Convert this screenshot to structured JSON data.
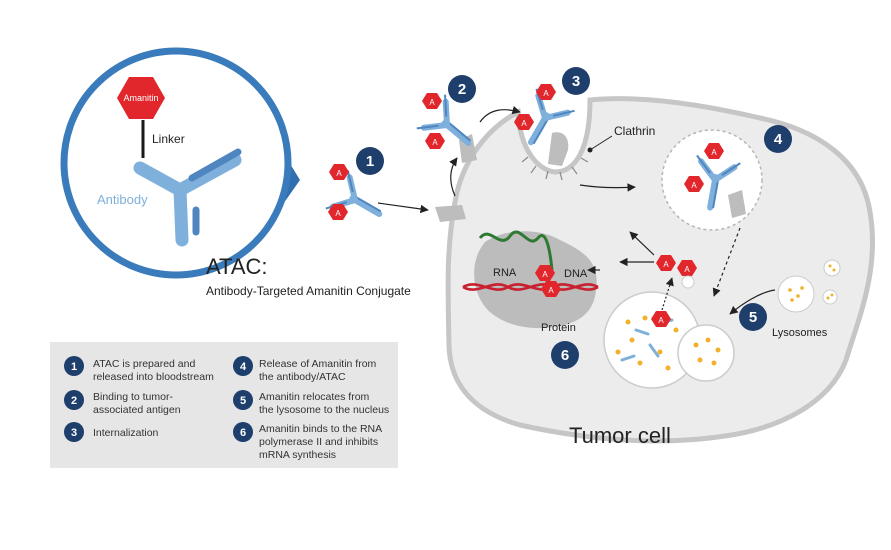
{
  "colors": {
    "navy": "#1e3e6c",
    "cell_fill": "#ececec",
    "cell_stroke": "#c6c6c6",
    "antibody": "#7eb0db",
    "antibody_dark": "#4f86bf",
    "toxin": "#e1262c",
    "rna": "#2f7a33",
    "dna": "#c8202f",
    "nucleus": "#bcbcbc",
    "lysosome_dot": "#f2b12a",
    "zoom_ring": "#3a7bbb",
    "legend_bg": "#e6e6e6"
  },
  "zoom": {
    "toxin_label": "Amanitin",
    "linker_label": "Linker",
    "antibody_label": "Antibody"
  },
  "title": {
    "acronym": "ATAC:",
    "full_name": "Antibody-Targeted Amanitin Conjugate"
  },
  "labels": {
    "toxin_letter": "A",
    "clathrin": "Clathrin",
    "rna": "RNA",
    "dna": "DNA",
    "protein": "Protein",
    "lysosomes": "Lysosomes",
    "tumor_cell": "Tumor cell"
  },
  "steps": [
    "1",
    "2",
    "3",
    "4",
    "5",
    "6"
  ],
  "legend": {
    "items": [
      {
        "num": "1",
        "lines": [
          "ATAC is prepared and",
          "released into bloodstream"
        ]
      },
      {
        "num": "2",
        "lines": [
          "Binding to tumor-",
          "associated antigen"
        ]
      },
      {
        "num": "3",
        "lines": [
          "Internalization"
        ]
      },
      {
        "num": "4",
        "lines": [
          "Release of Amanitin from",
          "the antibody/ATAC"
        ]
      },
      {
        "num": "5",
        "lines": [
          "Amanitin relocates from",
          "the lysosome to the nucleus"
        ]
      },
      {
        "num": "6",
        "lines": [
          "Amanitin binds to the RNA",
          "polymerase II and inhibits",
          "mRNA synthesis"
        ]
      }
    ]
  }
}
